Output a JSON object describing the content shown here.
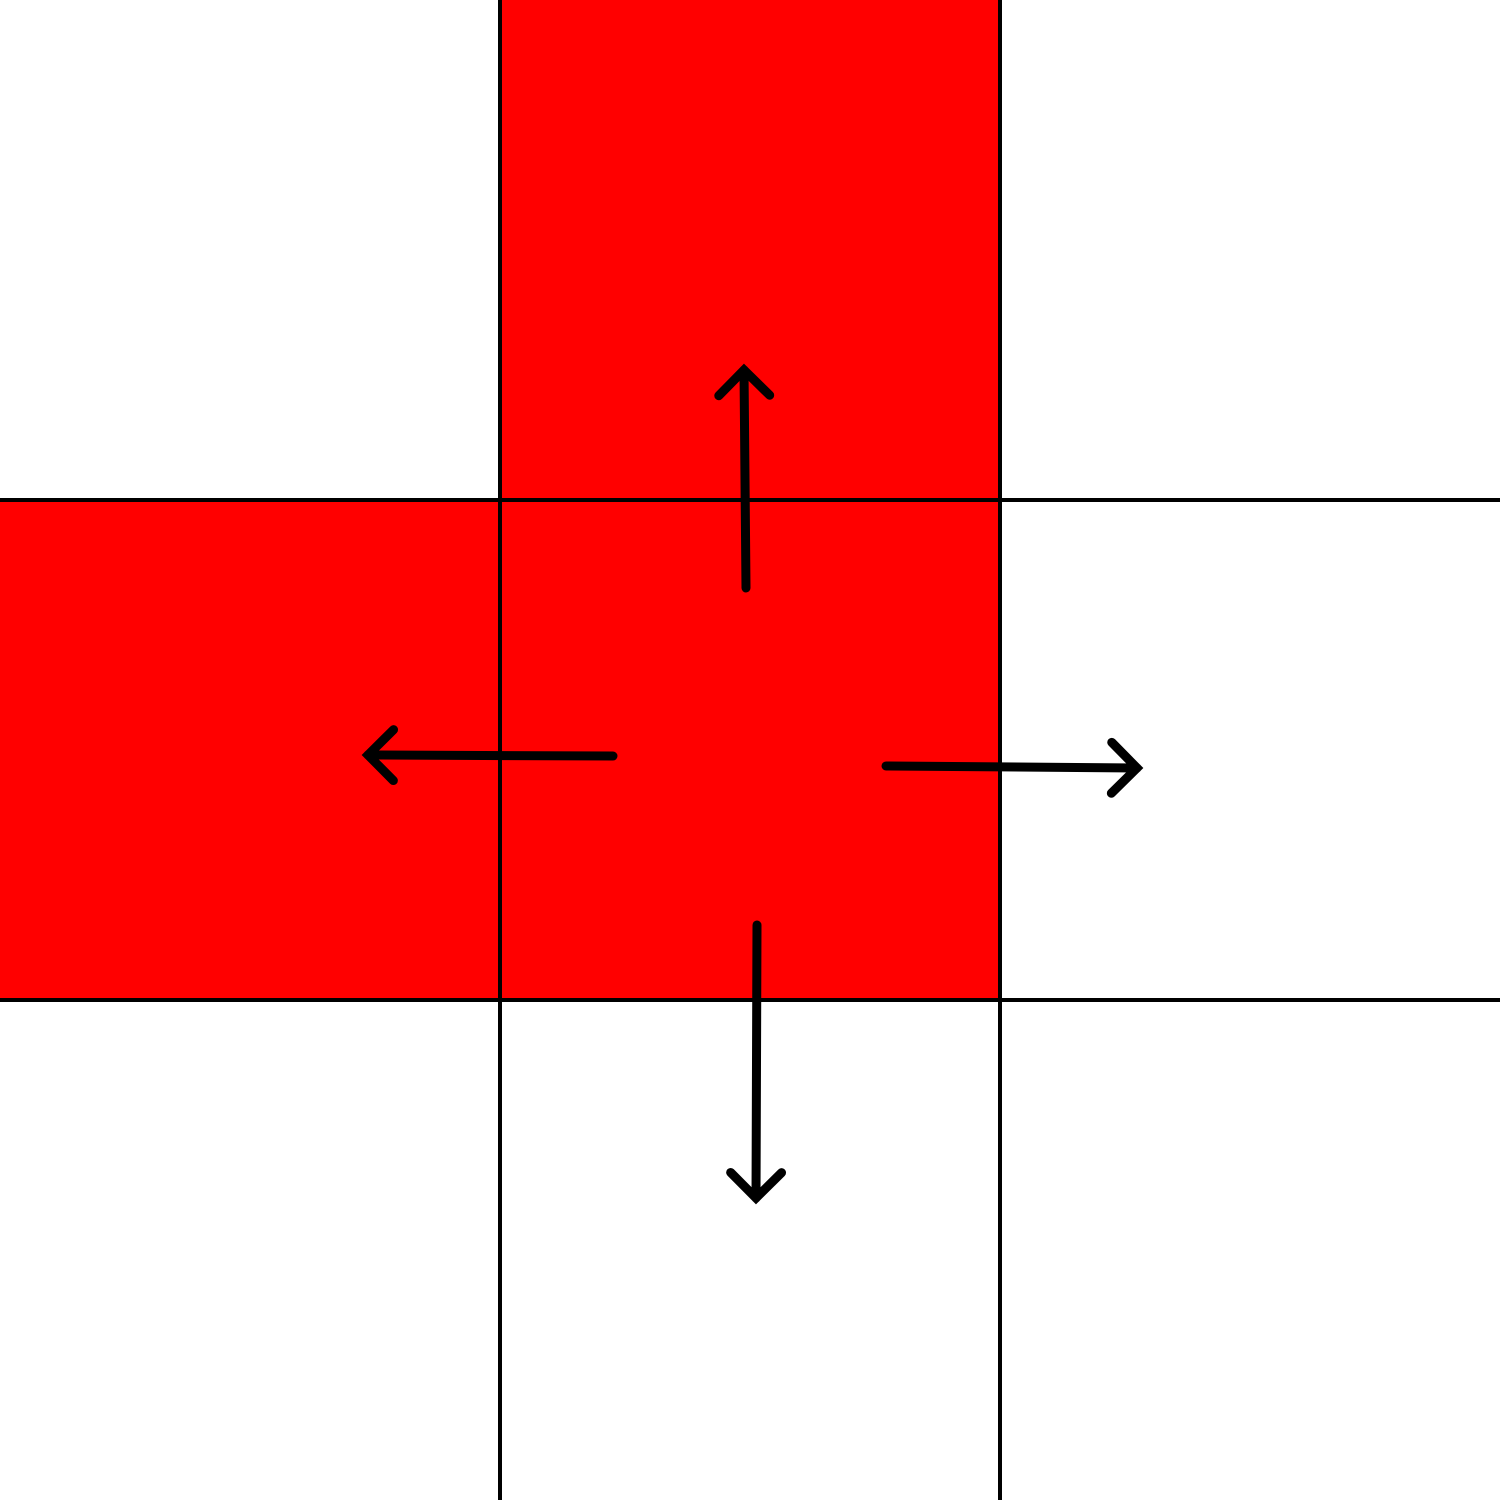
{
  "grid": {
    "rows": 3,
    "columns": 3,
    "filled_cells": [
      [
        0,
        1
      ],
      [
        1,
        0
      ],
      [
        1,
        1
      ]
    ],
    "fill_color": "#ff0000",
    "empty_color": "#ffffff",
    "line_color": "#000000"
  },
  "arrows": [
    {
      "direction": "up",
      "color": "#000000"
    },
    {
      "direction": "left",
      "color": "#000000"
    },
    {
      "direction": "right",
      "color": "#000000"
    },
    {
      "direction": "down",
      "color": "#000000"
    }
  ]
}
